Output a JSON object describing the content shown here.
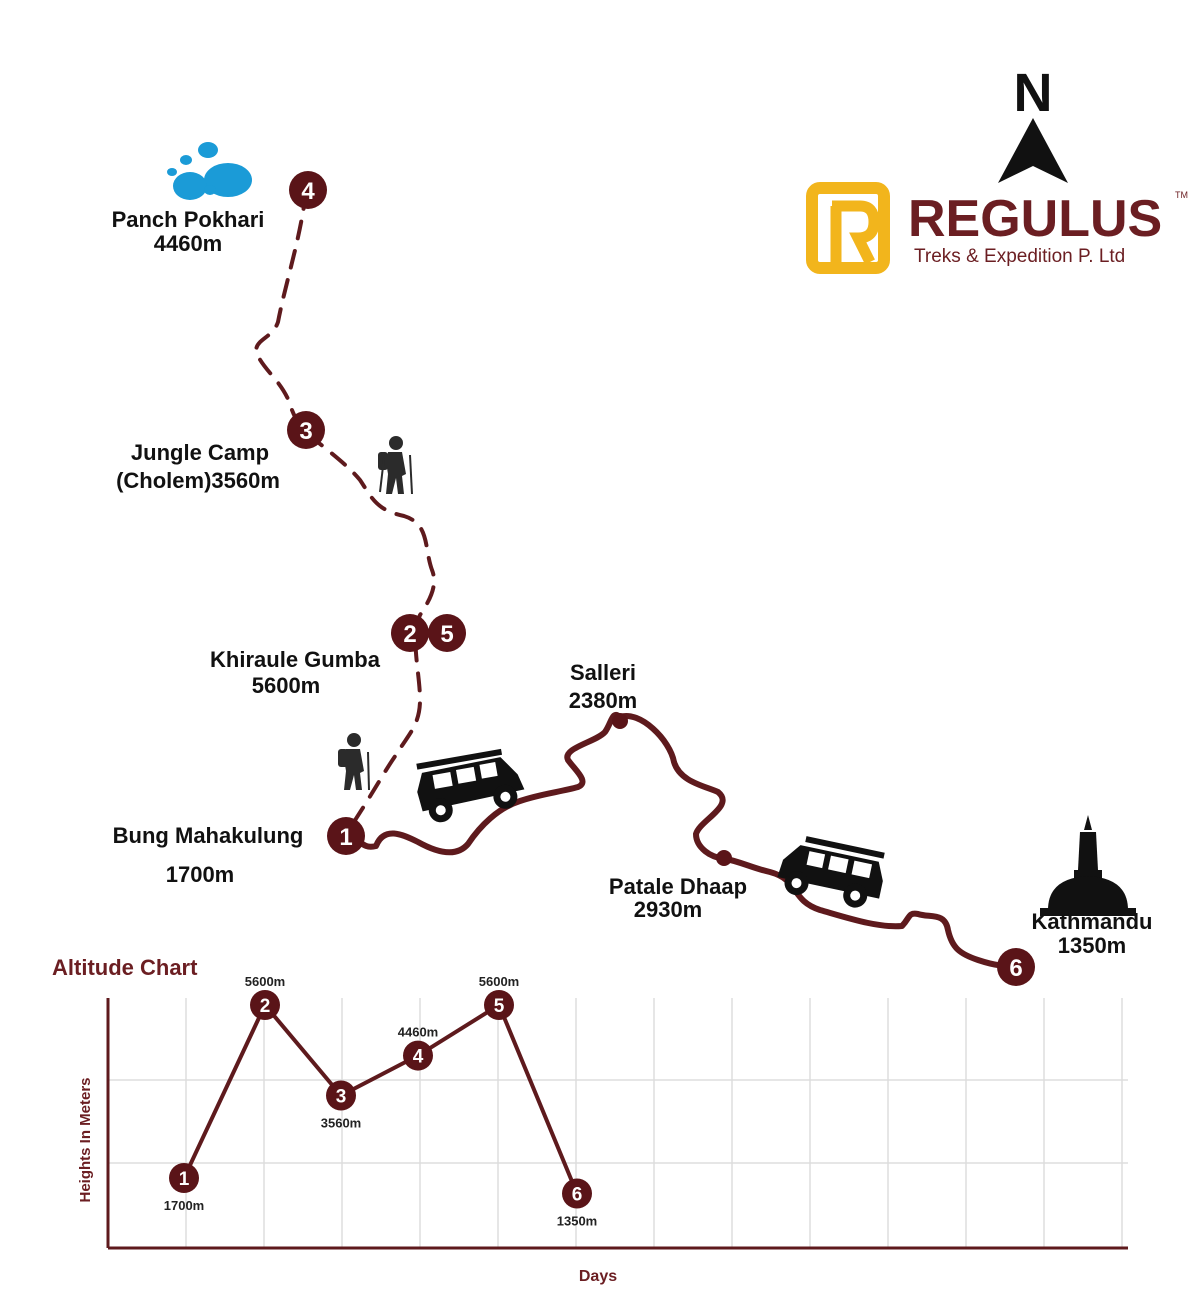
{
  "compass": {
    "letter": "N"
  },
  "logo": {
    "name": "REGULUS",
    "tm": "TM",
    "tagline": "Treks & Expedition P. Ltd"
  },
  "places": {
    "panch_pokhari": {
      "name": "Panch Pokhari",
      "alt": "4460m"
    },
    "jungle_camp": {
      "name": "Jungle Camp",
      "name2": "(Cholem)3560m"
    },
    "khiraule_gumba": {
      "name": "Khiraule Gumba",
      "alt": "5600m"
    },
    "bung_mahakulung": {
      "name": "Bung Mahakulung",
      "alt": "1700m"
    },
    "salleri": {
      "name": "Salleri",
      "alt": "2380m"
    },
    "patale_dhaap": {
      "name": "Patale Dhaap",
      "alt": "2930m"
    },
    "kathmandu": {
      "name": "Kathmandu",
      "alt": "1350m"
    }
  },
  "markers": {
    "m1": "1",
    "m2": "2",
    "m3": "3",
    "m4": "4",
    "m5": "5",
    "m6": "6"
  },
  "chart_data": {
    "type": "line",
    "title": "Altitude Chart",
    "xlabel": "Days",
    "ylabel": "Heights In Meters",
    "points": [
      {
        "label": "1",
        "value": 1700,
        "text": "1700m"
      },
      {
        "label": "2",
        "value": 5600,
        "text": "5600m"
      },
      {
        "label": "3",
        "value": 3560,
        "text": "3560m"
      },
      {
        "label": "4",
        "value": 4460,
        "text": "4460m"
      },
      {
        "label": "5",
        "value": 5600,
        "text": "5600m"
      },
      {
        "label": "6",
        "value": 1350,
        "text": "1350m"
      }
    ],
    "grid": true
  },
  "colors": {
    "route": "#5e1a1d",
    "marker": "#5a1418",
    "title": "#6b1e22",
    "logo": "#6b1e22",
    "logo_accent": "#f2b51c",
    "lake": "#1b9bd7"
  }
}
